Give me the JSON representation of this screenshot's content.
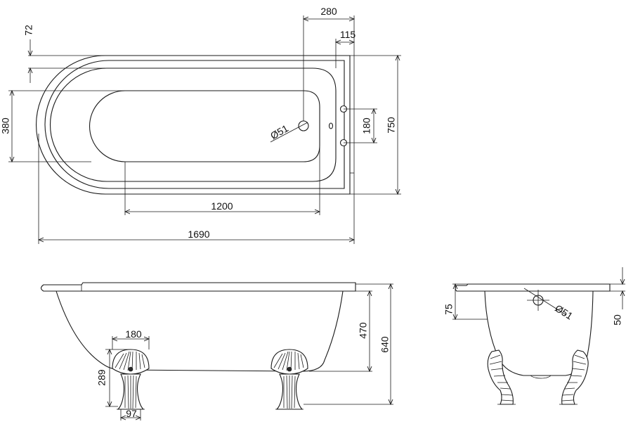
{
  "plan_view": {
    "dims": {
      "top_overhang": "72",
      "waste_offset": "280",
      "tap_offset": "115",
      "inner_width": "380",
      "waste_dia": "Ø51",
      "tap_spacing": "180",
      "overall_width": "750",
      "inner_length": "1200",
      "overall_length": "1690"
    }
  },
  "side_view": {
    "dims": {
      "foot_width": "180",
      "foot_height": "289",
      "foot_base": "97",
      "bath_depth": "470",
      "overall_height": "640"
    }
  },
  "end_view": {
    "dims": {
      "rim_height": "75",
      "waste_dia": "Ø51",
      "tap_ledge": "50"
    }
  }
}
